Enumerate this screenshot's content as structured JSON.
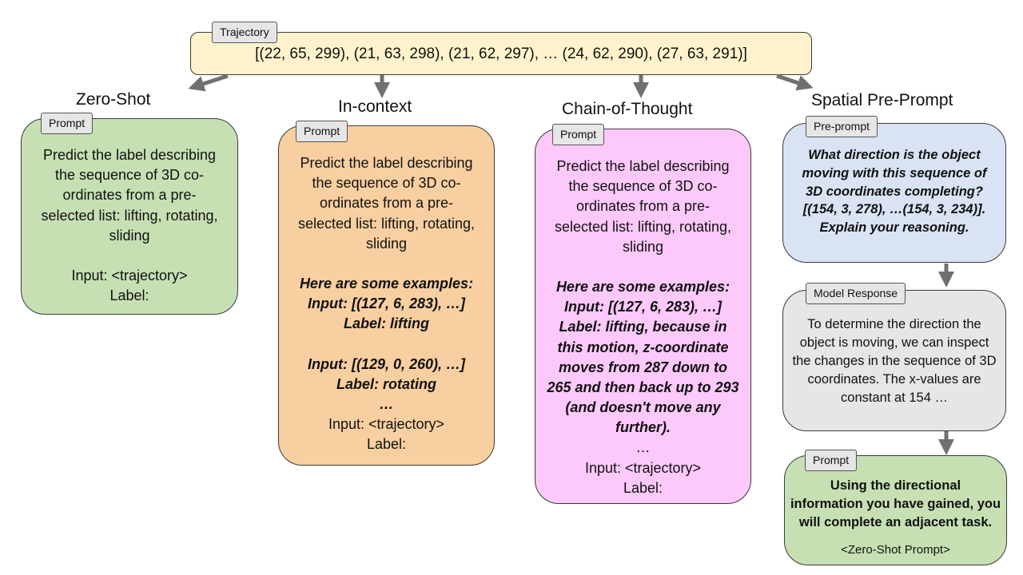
{
  "trajectory": {
    "tag": "Trajectory",
    "text": "[(22, 65, 299), (21, 63, 298), (21, 62, 297),  … (24, 62, 290), (27, 63, 291)]"
  },
  "zero_shot": {
    "title": "Zero-Shot",
    "tag": "Prompt",
    "lines": [
      "Predict the label describing",
      "the sequence of 3D co-",
      "ordinates from a pre-",
      "selected list: lifting, rotating,",
      "sliding"
    ],
    "input": "Input: <trajectory>",
    "label": "Label:"
  },
  "in_context": {
    "title": "In-context",
    "tag": "Prompt",
    "lines": [
      "Predict the label describing",
      "the sequence of 3D co-",
      "ordinates from a pre-",
      "selected list: lifting, rotating,",
      "sliding"
    ],
    "examples_header": "Here are some examples:",
    "ex1_input": "Input: [(127, 6, 283), …]",
    "ex1_label": "Label: lifting",
    "ex2_input": "Input: [(129, 0, 260), …]",
    "ex2_label": "Label: rotating",
    "ellipsis": "…",
    "input": "Input: <trajectory>",
    "label": "Label:"
  },
  "chain_of_thought": {
    "title": "Chain-of-Thought",
    "tag": "Prompt",
    "lines": [
      "Predict the label describing",
      "the sequence of 3D co-",
      "ordinates from a pre-",
      "selected list: lifting, rotating,",
      "sliding"
    ],
    "examples_header": "Here are some examples:",
    "ex_lines": [
      "Input: [(127, 6, 283), …]",
      "Label: lifting, because in",
      "this motion, z-coordinate",
      "moves from 287 down to",
      "265 and then back up to 293",
      "(and doesn't move any",
      "further)."
    ],
    "ellipsis": "…",
    "input": "Input: <trajectory>",
    "label": "Label:"
  },
  "spatial": {
    "title": "Spatial Pre-Prompt",
    "preprompt_tag": "Pre-prompt",
    "preprompt_lines": [
      "What direction is the object",
      "moving with this sequence of",
      "3D coordinates completing?",
      "[(154, 3, 278), …(154, 3, 234)].",
      "Explain your reasoning."
    ],
    "response_tag": "Model Response",
    "response_lines": [
      "To determine the direction the",
      "object is moving, we can inspect",
      "the changes in the sequence of 3D",
      "coordinates. The x-values are",
      "constant at 154 …"
    ],
    "prompt_tag": "Prompt",
    "prompt_lines": [
      "Using the directional",
      "information you have gained, you",
      "will complete an adjacent task."
    ],
    "prompt_footer": "<Zero-Shot Prompt>"
  },
  "colors": {
    "trajectory_fill": "#fff2cc",
    "zero_shot_fill": "#c6e0b4",
    "in_context_fill": "#f8cfa0",
    "cot_fill": "#fdc9fb",
    "preprompt_fill": "#d9e3f3",
    "response_fill": "#e7e6e6",
    "final_prompt_fill": "#c6e0b4",
    "arrow": "#707070"
  }
}
